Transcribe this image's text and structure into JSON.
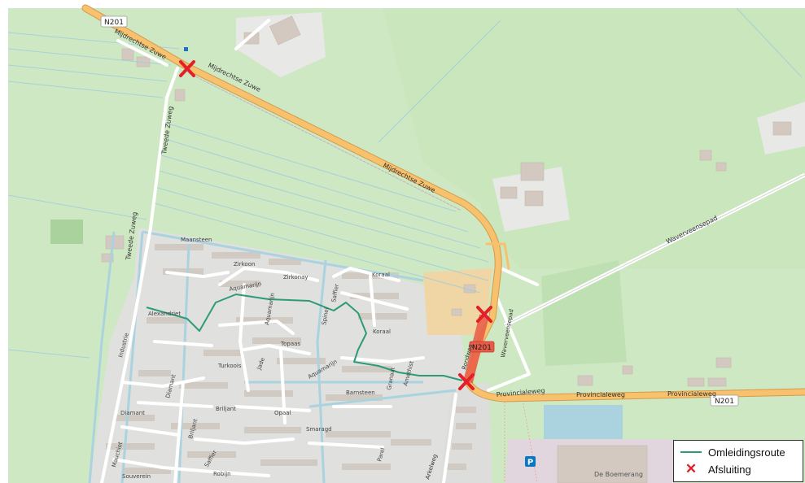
{
  "colors": {
    "meadow": "#cfe8c4",
    "field": "#c6e4bb",
    "residential": "#e0e0df",
    "building": "#d3c9c0",
    "water": "#aad3df",
    "road_main": "#f7c16d",
    "detour": "#2e9b78",
    "closure": "#e3202a",
    "closed_segment": "#e85a45"
  },
  "road_refs": {
    "n201_top": "N201",
    "n201_mid": "N201",
    "n201_right": "N201"
  },
  "street_labels": {
    "mijdrechtse_1": "Mijdrechtse Zuwe",
    "mijdrechtse_2": "Mijdrechtse Zuwe",
    "mijdrechtse_3": "Mijdrechtse Zuwe",
    "tweede_zuweg_1": "Tweede Zuweg",
    "tweede_zuweg_2": "Tweede Zuweg",
    "waverveensepad": "Waverveensepad",
    "waverveensepad_2": "Waverveensepad",
    "provincialeweg_1": "Provincialeweg",
    "provincialeweg_2": "Provincialeweg",
    "provincialeweg_3": "Provincialeweg",
    "maansteen": "Maansteen",
    "zirkoon": "Zirkoon",
    "zirkonay": "Zirkonay",
    "koraal_1": "Koraal",
    "koraal_2": "Koraal",
    "aquamarijn_1": "Aquamarijn",
    "aquamarijn_2": "Aquamarijn",
    "aquamarijn_3": "Aquamarijn",
    "alexandriet": "Alexandriet",
    "saffier_1": "Saffier",
    "saffier_2": "Saffier",
    "topaas": "Topaas",
    "turkoois": "Turkoois",
    "jade": "Jade",
    "spinel": "Spinel",
    "barnsteen": "Barnsteen",
    "granaat": "Granaat",
    "amethist": "Amethist",
    "diamant_1": "Diamant",
    "diamant_2": "Diamant",
    "briljant_1": "Briljant",
    "briljant_2": "Briljant",
    "opaal": "Opaal",
    "smaragd": "Smaragd",
    "parel": "Parel",
    "robijn": "Robijn",
    "souverein": "Souverein",
    "mauchiet": "Mauchiet",
    "industrie": "Industrie",
    "rondweg": "Rondweg",
    "arkelweg": "Arkelweg",
    "de_boemerang": "De Boemerang",
    "parking": "P"
  },
  "legend": {
    "detour_label": "Omleidingsroute",
    "closure_label": "Afsluiting"
  }
}
